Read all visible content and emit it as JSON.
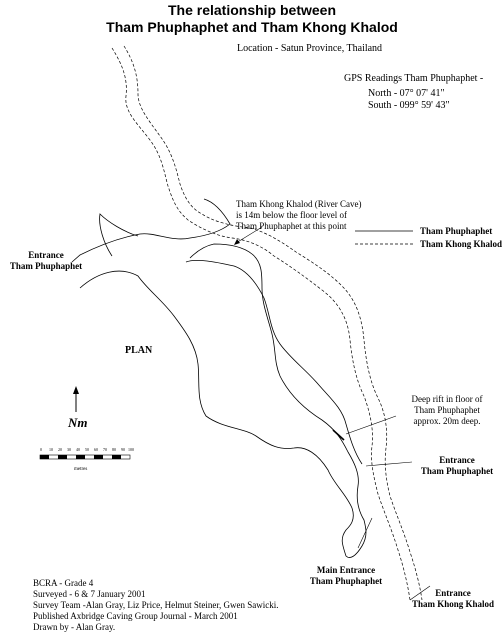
{
  "title": {
    "line1": "The relationship between",
    "line2": "Tham Phuphaphet and Tham Khong Khalod"
  },
  "location": "Location - Satun Province, Thailand",
  "gps": {
    "heading": "GPS Readings Tham Phuphaphet -",
    "north": "North - 07° 07' 41\"",
    "south": "South - 099° 59' 43\""
  },
  "annotations": {
    "river_cave": [
      "Tham Khong Khalod (River Cave)",
      "is 14m below the floor level of",
      "Tham Phuphaphet at this point"
    ],
    "deep_rift": [
      "Deep rift in floor of",
      "Tham Phuphaphet",
      "approx. 20m deep."
    ]
  },
  "legend": {
    "solid": "Tham Phuphaphet",
    "dashed": "Tham Khong Khalod"
  },
  "entrances": {
    "left": [
      "Entrance",
      "Tham Phuphaphet"
    ],
    "right": [
      "Entrance",
      "Tham Phuphaphet"
    ],
    "main": [
      "Main Entrance",
      "Tham Phuphaphet"
    ],
    "khalod": [
      "Entrance",
      "Tham Khong Khalod"
    ]
  },
  "plan_label": "PLAN",
  "north_label": "Nm",
  "scale": {
    "ticks": [
      "0",
      "10",
      "20",
      "30",
      "40",
      "50",
      "60",
      "70",
      "80",
      "90",
      "100"
    ],
    "unit": "metres"
  },
  "credits": [
    "BCRA - Grade 4",
    "Surveyed - 6 & 7 January 2001",
    "Survey Team -Alan Gray, Liz Price, Helmut Steiner, Gwen Sawicki.",
    "Published Axbridge Caving Group Journal - March 2001",
    "Drawn by - Alan Gray."
  ]
}
